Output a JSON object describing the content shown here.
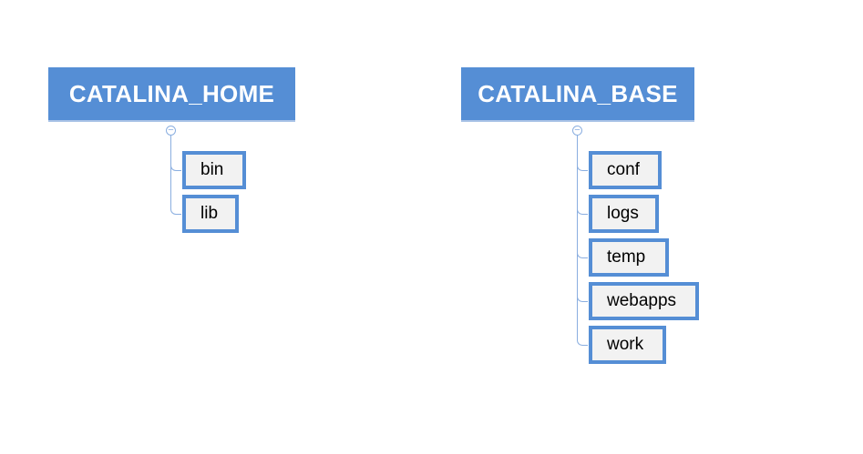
{
  "trees": [
    {
      "root": "CATALINA_HOME",
      "collapse_icon": "minus-circle-icon",
      "children": [
        "bin",
        "lib"
      ]
    },
    {
      "root": "CATALINA_BASE",
      "collapse_icon": "minus-circle-icon",
      "children": [
        "conf",
        "logs",
        "temp",
        "webapps",
        "work"
      ]
    }
  ],
  "colors": {
    "accent": "#558ed5",
    "connector": "#8aaee0",
    "child_fill": "#f2f2f2"
  }
}
